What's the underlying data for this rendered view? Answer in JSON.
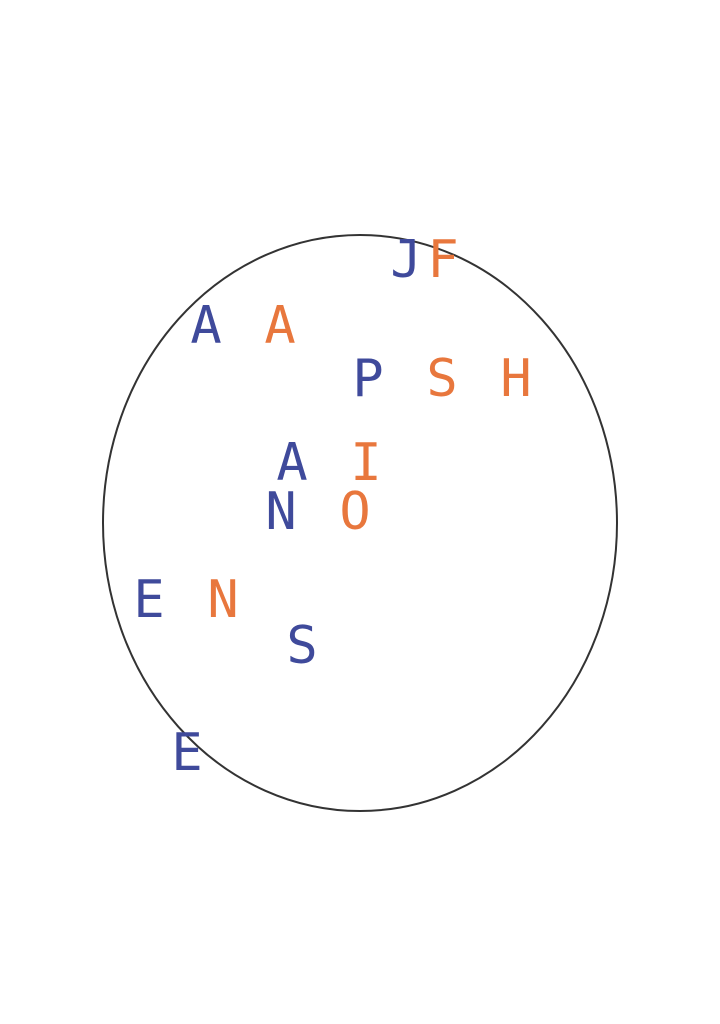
{
  "colors": {
    "blue": "#3f4a9b",
    "orange": "#e8773d",
    "outline": "#333333"
  },
  "letters": [
    {
      "text": "J",
      "color": "blue"
    },
    {
      "text": "F",
      "color": "orange"
    },
    {
      "text": "A",
      "color": "blue"
    },
    {
      "text": "A",
      "color": "orange"
    },
    {
      "text": "P",
      "color": "blue"
    },
    {
      "text": "S",
      "color": "orange"
    },
    {
      "text": "H",
      "color": "orange"
    },
    {
      "text": "A",
      "color": "blue"
    },
    {
      "text": "I",
      "color": "orange"
    },
    {
      "text": "N",
      "color": "blue"
    },
    {
      "text": "O",
      "color": "orange"
    },
    {
      "text": "E",
      "color": "blue"
    },
    {
      "text": "N",
      "color": "orange"
    },
    {
      "text": "S",
      "color": "blue"
    },
    {
      "text": "E",
      "color": "blue"
    }
  ]
}
